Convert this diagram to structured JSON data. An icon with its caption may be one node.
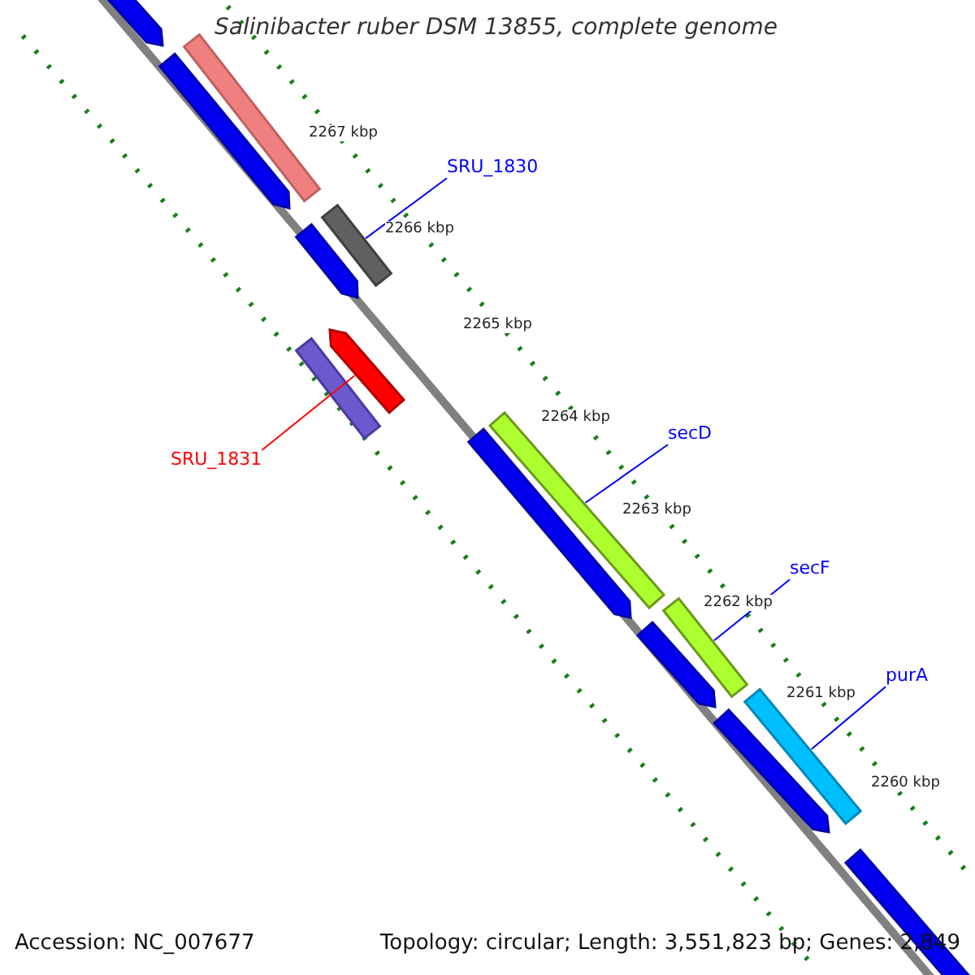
{
  "diagram": {
    "title": "Salinibacter ruber DSM 13855, complete genome",
    "nodes": [
      {
        "text": [
          "SRU_1830"
        ]
      },
      {
        "text": [],
        "shape": "bar"
      },
      {
        "text": [
          "SRU_1831"
        ]
      },
      {
        "text": [],
        "shape": "bar"
      },
      {
        "text": [
          "secD"
        ]
      },
      {
        "text": [],
        "shape": "bar"
      },
      {
        "text": [
          "secF"
        ]
      },
      {
        "text": [],
        "shape": "bar"
      },
      {
        "text": [
          "purA"
        ]
      },
      {
        "text": [],
        "shape": "bar"
      }
    ],
    "edges": [
      {
        "from": 0,
        "to": 1,
        "arrow": "none"
      },
      {
        "from": 2,
        "to": 3,
        "arrow": "none",
        "color": "#ff0000"
      },
      {
        "from": 4,
        "to": 5,
        "arrow": "none"
      },
      {
        "from": 6,
        "to": 7,
        "arrow": "none"
      },
      {
        "from": 8,
        "to": 9,
        "arrow": "none"
      }
    ],
    "labels": [
      "2267 kbp",
      "2266 kbp",
      "2265 kbp",
      "2264 kbp",
      "2263 kbp",
      "2262 kbp",
      "2261 kbp",
      "2260 kbp",
      "Accession: NC_007677",
      "Topology: circular; Length: 3,551,823 bp; Genes: 2,849"
    ]
  }
}
